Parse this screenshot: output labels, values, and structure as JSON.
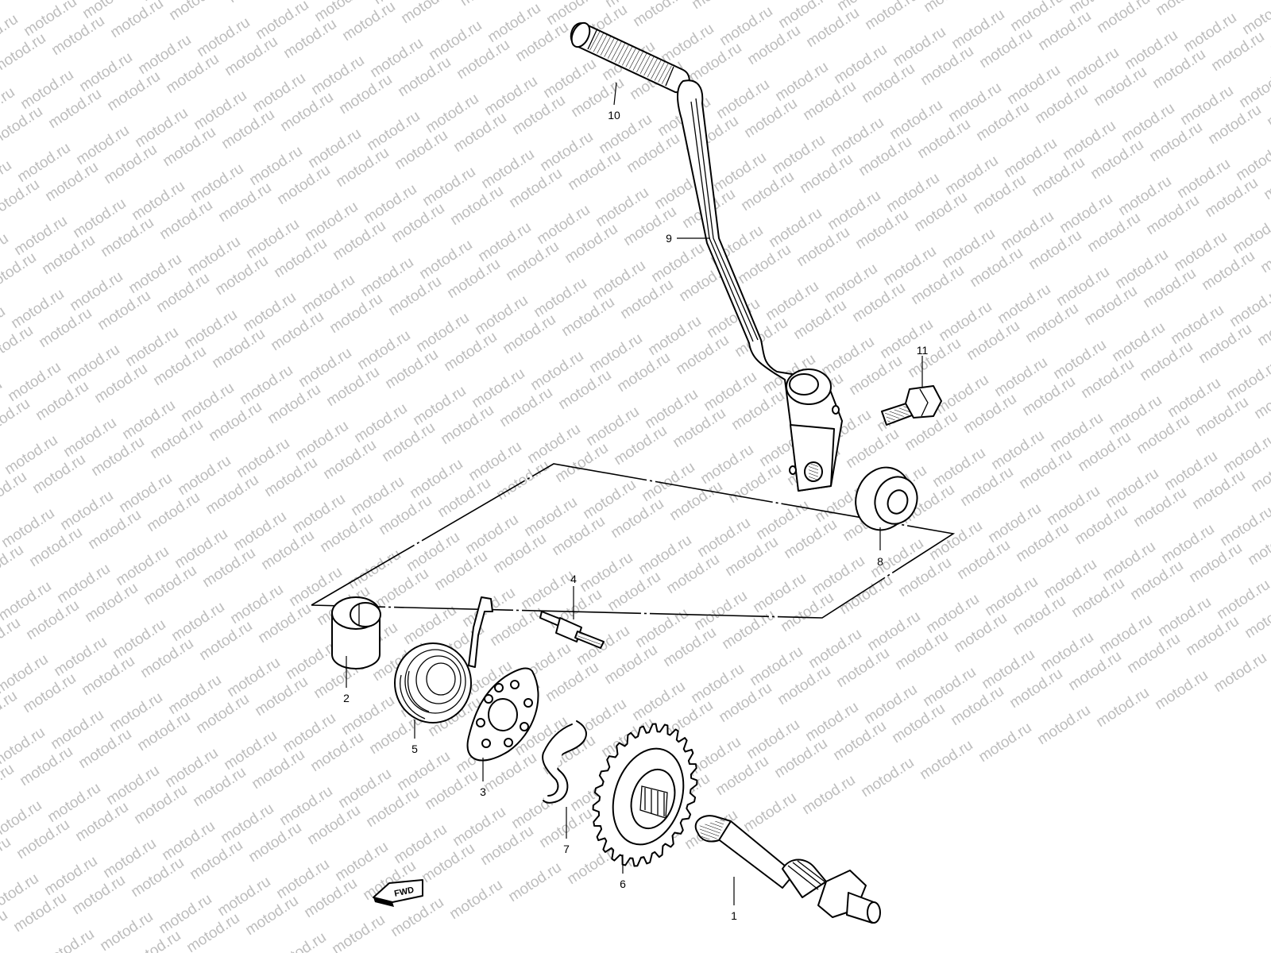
{
  "watermark": {
    "text": "motod.ru"
  },
  "callouts": [
    {
      "number": "1",
      "part": "kick-starter-shaft"
    },
    {
      "number": "2",
      "part": "guide"
    },
    {
      "number": "3",
      "part": "plate"
    },
    {
      "number": "4",
      "part": "stud"
    },
    {
      "number": "5",
      "part": "return-spring"
    },
    {
      "number": "6",
      "part": "kick-starter-gear"
    },
    {
      "number": "7",
      "part": "clip"
    },
    {
      "number": "8",
      "part": "oil-seal"
    },
    {
      "number": "9",
      "part": "kick-starter-lever"
    },
    {
      "number": "10",
      "part": "rubber-grip"
    },
    {
      "number": "11",
      "part": "bolt"
    }
  ],
  "direction_badge": {
    "text": "FWD"
  }
}
